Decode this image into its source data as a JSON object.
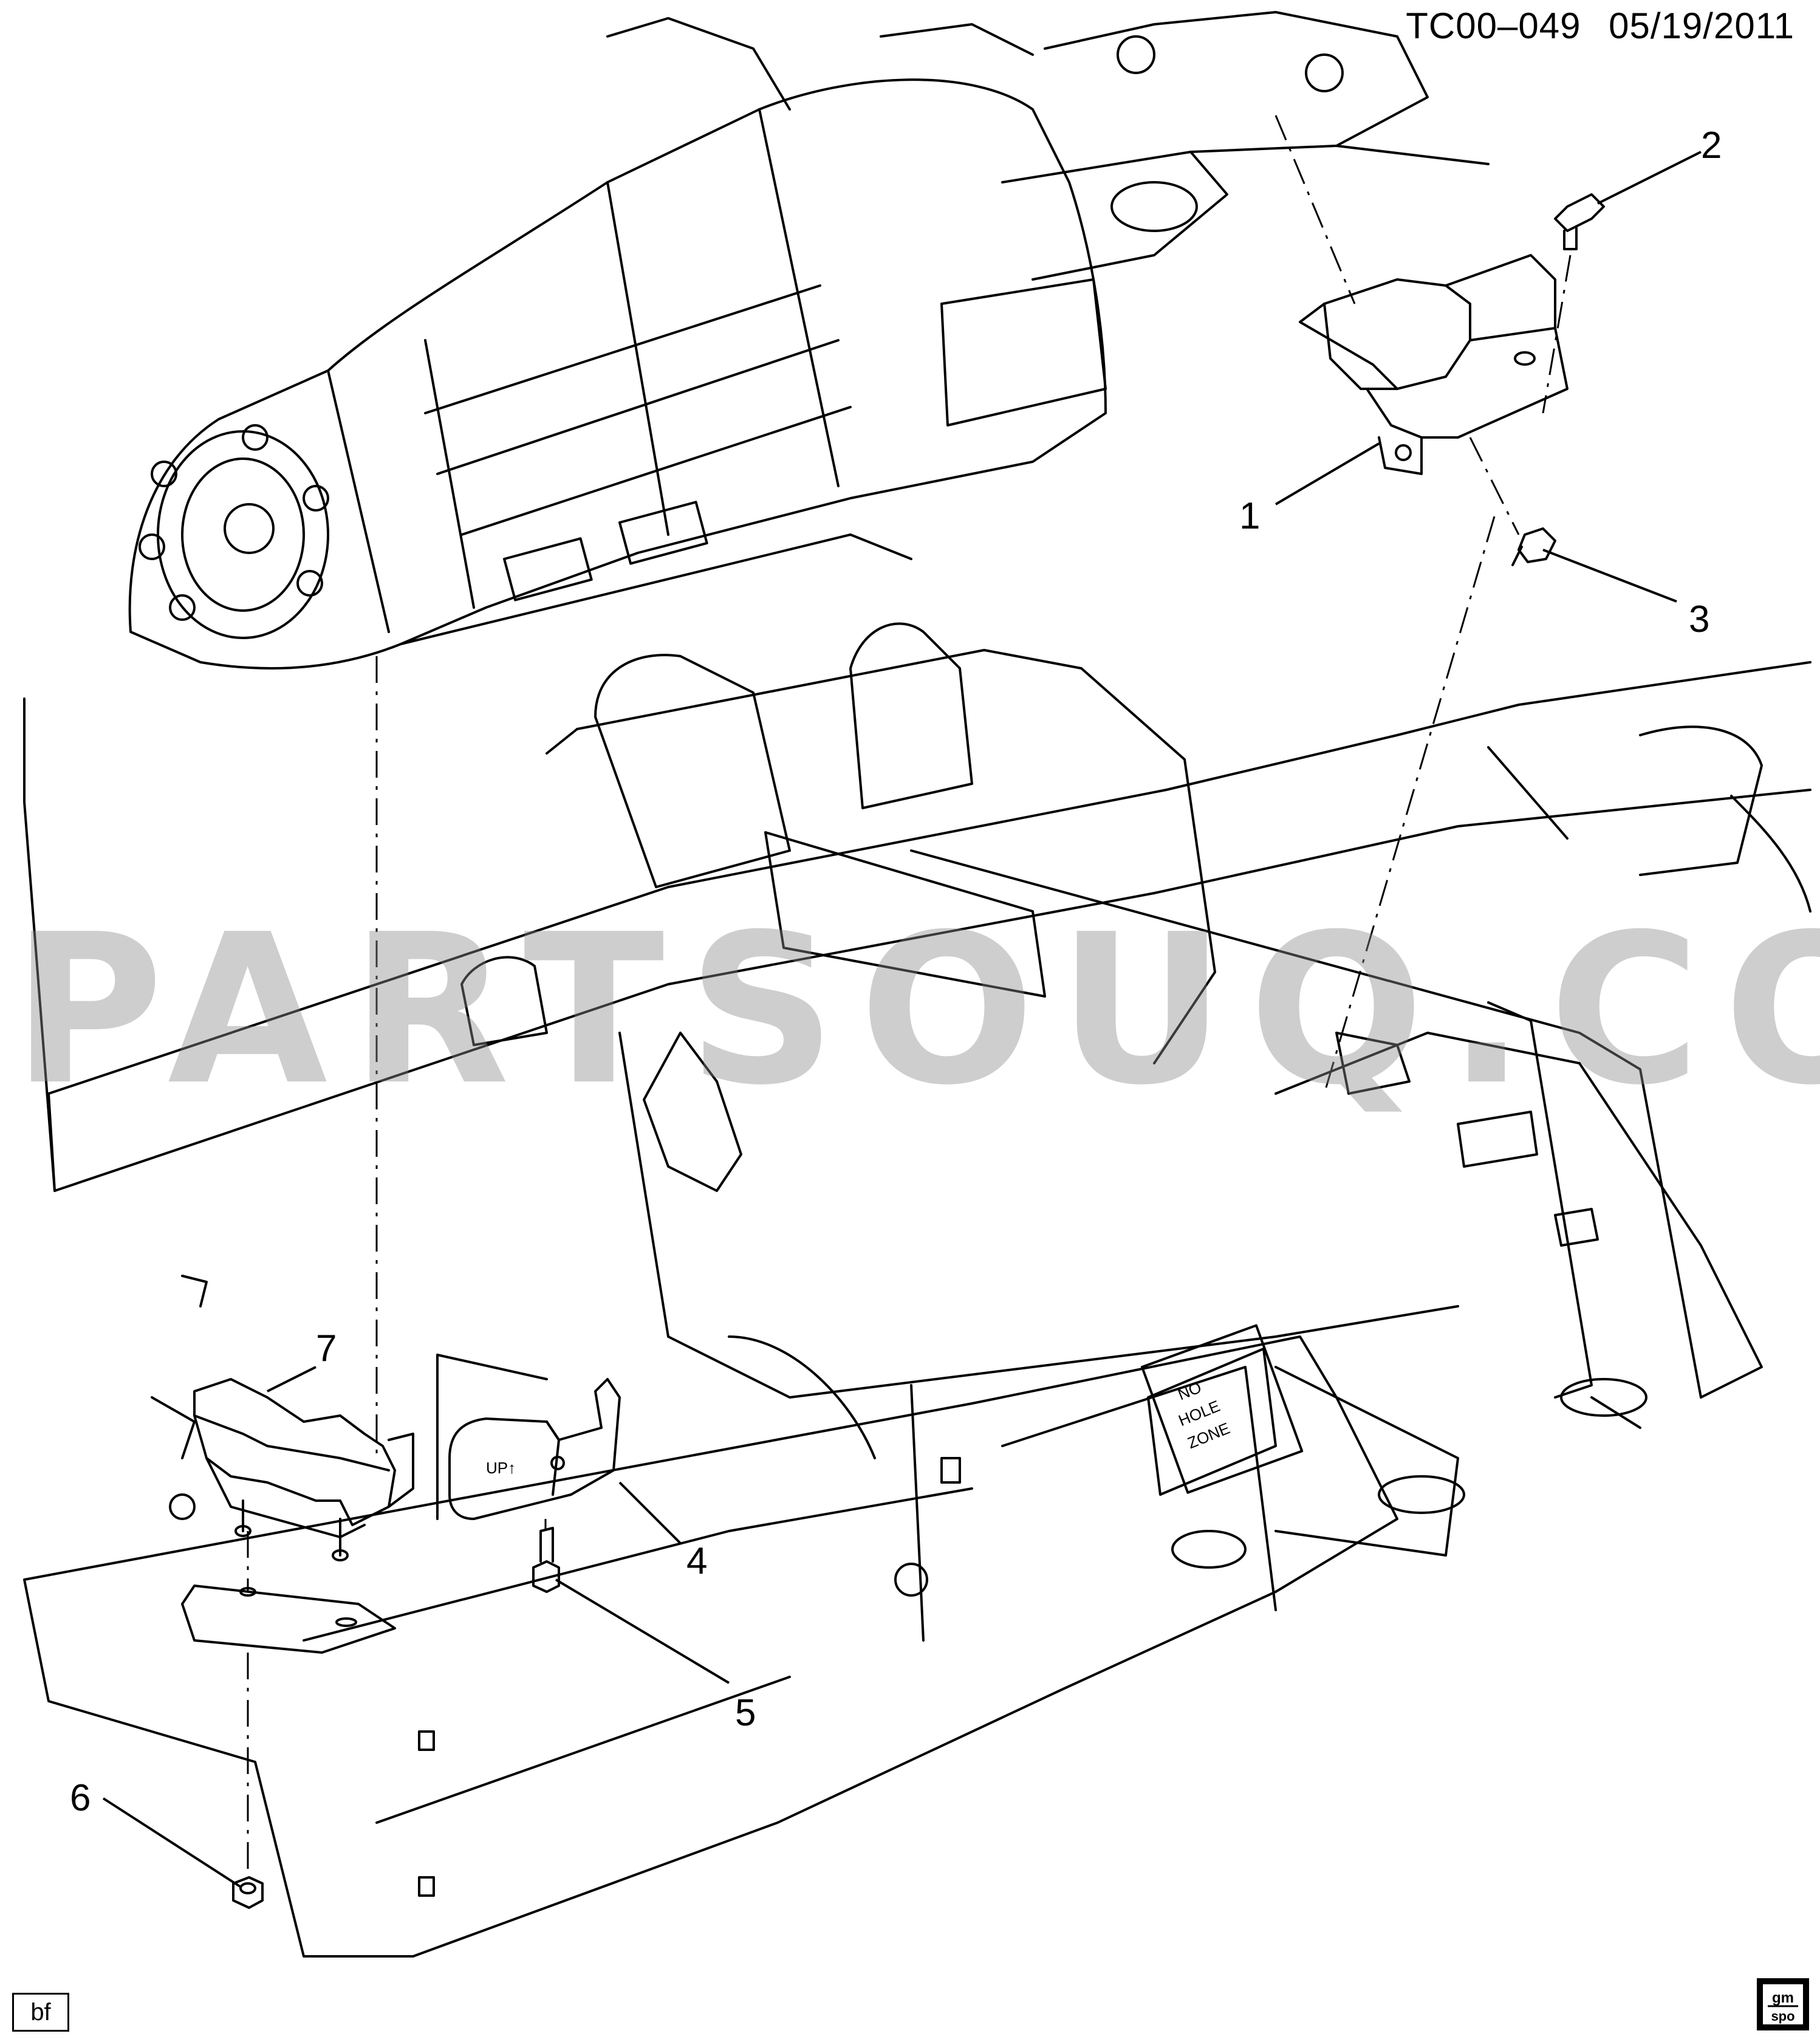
{
  "header": {
    "code": "TC00–049",
    "date": "05/19/2011"
  },
  "watermark": "PARTSOUQ.COM",
  "callouts": [
    "1",
    "2",
    "3",
    "4",
    "5",
    "6",
    "7"
  ],
  "labels": {
    "up_arrow": "UP↑",
    "no": "NO",
    "hole": "HOLE",
    "zone": "ZONE"
  },
  "footer": {
    "tag": "bf",
    "logo_top": "gm",
    "logo_bottom": "spo"
  },
  "icons": [
    "gm-spo-logo-icon"
  ],
  "colors": {
    "line": "#000000",
    "watermark": "#8a8a8a",
    "background": "#ffffff"
  }
}
